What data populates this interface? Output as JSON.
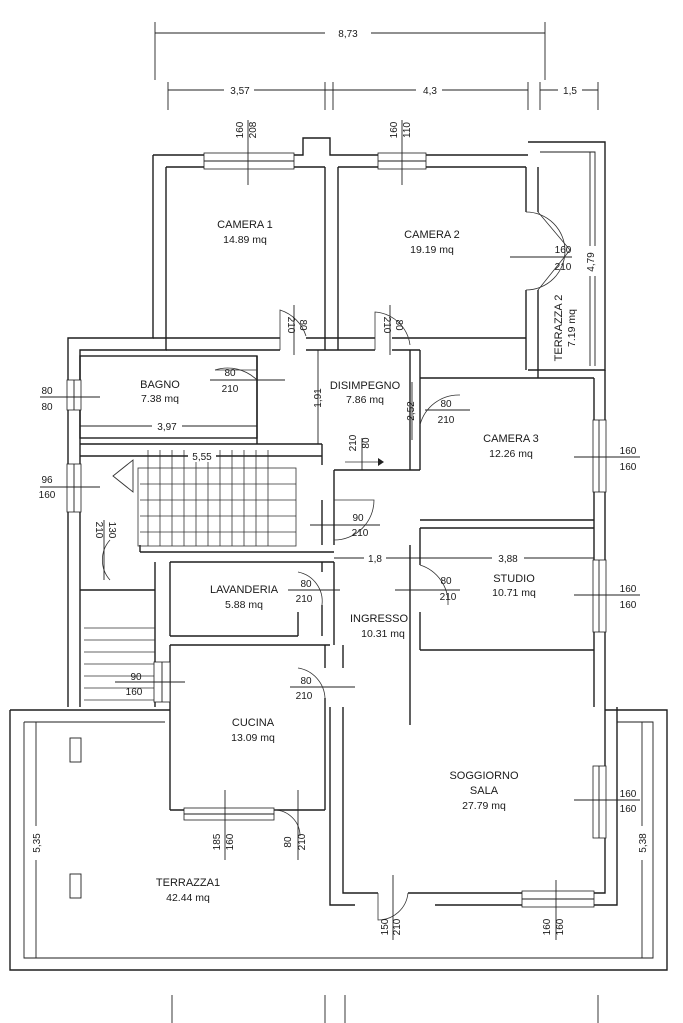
{
  "dimensions": {
    "total_width": "8,73",
    "seg1": "3,57",
    "seg2": "4,3",
    "seg3": "1,5",
    "bagno_width": "3,97",
    "stair_width": "5,55",
    "disimpegno_h": "1,91",
    "disimpegno_w": "2,52",
    "ingresso_w": "1,8",
    "studio_w": "3,88",
    "terrazza2_h": "4,79",
    "left_h": "5,35",
    "right_h": "5,38"
  },
  "rooms": {
    "camera1": {
      "name": "CAMERA 1",
      "area": "14.89 mq"
    },
    "camera2": {
      "name": "CAMERA 2",
      "area": "19.19 mq"
    },
    "bagno": {
      "name": "BAGNO",
      "area": "7.38 mq"
    },
    "disimpegno": {
      "name": "DISIMPEGNO",
      "area": "7.86 mq"
    },
    "camera3": {
      "name": "CAMERA 3",
      "area": "12.26 mq"
    },
    "terrazza2": {
      "name": "TERRAZZA 2",
      "area": "7.19 mq"
    },
    "lavanderia": {
      "name": "LAVANDERIA",
      "area": "5.88 mq"
    },
    "ingresso": {
      "name": "INGRESSO",
      "area": "10.31 mq"
    },
    "studio": {
      "name": "STUDIO",
      "area": "10.71 mq"
    },
    "cucina": {
      "name": "CUCINA",
      "area": "13.09 mq"
    },
    "soggiorno": {
      "name": "SOGGIORNO",
      "name2": "SALA",
      "area": "27.79 mq"
    },
    "terrazza1": {
      "name": "TERRAZZA1",
      "area": "42.44 mq"
    }
  },
  "openings": {
    "cam1_win_a": "160",
    "cam1_win_b": "208",
    "cam2_win_a": "160",
    "cam2_win_b": "110",
    "ter2_door_a": "160",
    "ter2_door_b": "210",
    "cam1_door_a": "210",
    "cam1_door_b": "80",
    "cam2_door_a": "210",
    "cam2_door_b": "80",
    "bagno_win_a": "80",
    "bagno_win_b": "80",
    "bagno_door_a": "80",
    "bagno_door_b": "210",
    "cam3_door_a": "80",
    "cam3_door_b": "210",
    "dis_door_a": "210",
    "dis_door_b": "80",
    "cam3_win_a": "160",
    "cam3_win_b": "160",
    "stair_win_a": "96",
    "stair_win_b": "160",
    "stair_door_a": "210",
    "stair_door_b": "130",
    "ing_door_a": "90",
    "ing_door_b": "210",
    "lav_door_a": "80",
    "lav_door_b": "210",
    "studio_door_a": "80",
    "studio_door_b": "210",
    "studio_win_a": "160",
    "studio_win_b": "160",
    "cucina_win_a": "90",
    "cucina_win_b": "160",
    "cucina_door_a": "80",
    "cucina_door_b": "210",
    "sala_win_a": "160",
    "sala_win_b": "160",
    "cuc_win2_a": "185",
    "cuc_win2_b": "160",
    "cuc_door2_a": "80",
    "cuc_door2_b": "210",
    "main_door_a": "150",
    "main_door_b": "210",
    "sala_win2_a": "160",
    "sala_win2_b": "160"
  }
}
